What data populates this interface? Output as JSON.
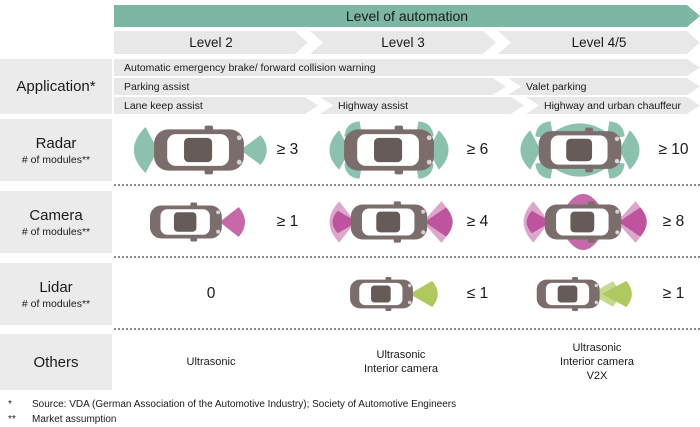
{
  "banner": {
    "title": "Level of automation"
  },
  "levels": {
    "l2": "Level 2",
    "l3": "Level 3",
    "l45": "Level 4/5"
  },
  "application": {
    "label": "Application*",
    "row1_full": "Automatic emergency brake/ forward collision warning",
    "row2_left": "Parking assist",
    "row2_right": "Valet parking",
    "row3_l2": "Lane keep assist",
    "row3_l3": "Highway assist",
    "row3_l45": "Highway and urban chauffeur"
  },
  "radar": {
    "label": "Radar",
    "sublabel": "# of modules**",
    "values": {
      "l2": "≥ 3",
      "l3": "≥ 6",
      "l45": "≥ 10"
    }
  },
  "camera": {
    "label": "Camera",
    "sublabel": "# of modules**",
    "values": {
      "l2": "≥ 1",
      "l3": "≥ 4",
      "l45": "≥ 8"
    }
  },
  "lidar": {
    "label": "Lidar",
    "sublabel": "# of modules**",
    "values": {
      "l2": "0",
      "l3": "≤ 1",
      "l45": "≥ 1"
    }
  },
  "others": {
    "label": "Others",
    "l2": "Ultrasonic",
    "l3": "Ultrasonic\nInterior camera",
    "l45": "Ultrasonic\nInterior camera\nV2X"
  },
  "footnotes": [
    {
      "marker": "*",
      "text": "Source: VDA (German Association of the Automotive Industry); Society of Automotive Engineers"
    },
    {
      "marker": "**",
      "text": "Market assumption"
    }
  ],
  "colors": {
    "banner_green": "#7db6a3",
    "radar_teal": "#8bc1ad",
    "camera_magenta": "#bc4f9a",
    "lidar_lime": "#adc95f",
    "arrow_gray": "#e8e8e8",
    "label_gray": "#ebebeb",
    "car_body": "#7b6d6b"
  }
}
